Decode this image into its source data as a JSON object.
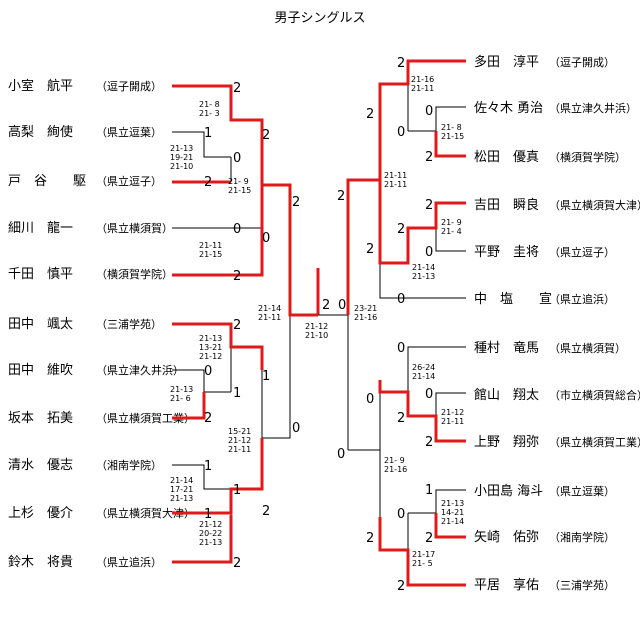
{
  "title": "男子シングルス",
  "left_players": [
    {
      "name": "小室　航平",
      "school": "（逗子開成）"
    },
    {
      "name": "高梨　絢使",
      "school": "（県立逗葉）"
    },
    {
      "name": "戸　谷　　駆",
      "school": "（県立逗子）"
    },
    {
      "name": "細川　龍一",
      "school": "（県立横須賀）"
    },
    {
      "name": "千田　慎平",
      "school": "（横須賀学院）"
    },
    {
      "name": "田中　颯太",
      "school": "（三浦学苑）"
    },
    {
      "name": "田中　維吹",
      "school": "（県立津久井浜）"
    },
    {
      "name": "坂本　拓美",
      "school": "（県立横須賀工業）"
    },
    {
      "name": "清水　優志",
      "school": "（湘南学院）"
    },
    {
      "name": "上杉　優介",
      "school": "（県立横須賀大津）"
    },
    {
      "name": "鈴木　将貴",
      "school": "（県立追浜）"
    }
  ],
  "right_players": [
    {
      "name": "多田　淳平",
      "school": "（逗子開成）"
    },
    {
      "name": "佐々木 勇治",
      "school": "（県立津久井浜）"
    },
    {
      "name": "松田　優真",
      "school": "（横須賀学院）"
    },
    {
      "name": "吉田　瞬良",
      "school": "（県立横須賀大津）"
    },
    {
      "name": "平野　圭将",
      "school": "（県立逗子）"
    },
    {
      "name": "中　塩　　宣",
      "school": "（県立追浜）"
    },
    {
      "name": "種村　竜馬",
      "school": "（県立横須賀）"
    },
    {
      "name": "館山　翔太",
      "school": "（市立横須賀総合）"
    },
    {
      "name": "上野　翔弥",
      "school": "（県立横須賀工業）"
    },
    {
      "name": "小田島 海斗",
      "school": "（県立逗葉）"
    },
    {
      "name": "矢崎　佑弥",
      "school": "（湘南学院）"
    },
    {
      "name": "平居　享佑",
      "school": "（三浦学苑）"
    }
  ],
  "left_scores": [
    {
      "id": "L1",
      "v": "2"
    },
    {
      "id": "L2",
      "v": "1"
    },
    {
      "id": "L3",
      "v": "0"
    },
    {
      "id": "L4",
      "v": "2"
    },
    {
      "id": "L5",
      "v": "2"
    },
    {
      "id": "L6",
      "v": "2"
    },
    {
      "id": "L7",
      "v": "0"
    },
    {
      "id": "L8",
      "v": "0"
    },
    {
      "id": "L9",
      "v": "2"
    },
    {
      "id": "L10",
      "v": "2"
    },
    {
      "id": "L11",
      "v": "0"
    },
    {
      "id": "L12",
      "v": "1"
    },
    {
      "id": "L13",
      "v": "2"
    },
    {
      "id": "L14",
      "v": "1"
    },
    {
      "id": "L15",
      "v": "1"
    },
    {
      "id": "L16",
      "v": "0"
    },
    {
      "id": "L17",
      "v": "1"
    },
    {
      "id": "L18",
      "v": "1"
    },
    {
      "id": "L19",
      "v": "2"
    },
    {
      "id": "L20",
      "v": "2"
    },
    {
      "id": "L21",
      "v": "2"
    }
  ],
  "right_scores": [
    {
      "id": "R1",
      "v": "2"
    },
    {
      "id": "R2",
      "v": "0"
    },
    {
      "id": "R3",
      "v": "0"
    },
    {
      "id": "R4",
      "v": "2"
    },
    {
      "id": "R5",
      "v": "2"
    },
    {
      "id": "R6",
      "v": "2"
    },
    {
      "id": "R7",
      "v": "0"
    },
    {
      "id": "R8",
      "v": "2"
    },
    {
      "id": "R9",
      "v": "2"
    },
    {
      "id": "R10",
      "v": "0"
    },
    {
      "id": "R11",
      "v": "0"
    },
    {
      "id": "R12",
      "v": "2"
    },
    {
      "id": "R13",
      "v": "0"
    },
    {
      "id": "R14",
      "v": "2"
    },
    {
      "id": "R15",
      "v": "0"
    },
    {
      "id": "R16",
      "v": "1"
    },
    {
      "id": "R17",
      "v": "0"
    },
    {
      "id": "R18",
      "v": "2"
    },
    {
      "id": "R19",
      "v": "2"
    },
    {
      "id": "R20",
      "v": "2"
    },
    {
      "id": "R21",
      "v": "2"
    }
  ],
  "final_scores": {
    "left": "2",
    "right": "0"
  },
  "set_scores": {
    "l_r1_12": "21- 8\n21- 3",
    "l_r1_23": "21-13\n19-21\n21-10",
    "l_r2_a": "21- 9\n21-15",
    "l_r1_45": "21-11\n21-15",
    "l_r1_67": "21-13\n13-21\n21-12",
    "l_r1_78": "21-13\n21- 6",
    "l_r1_910": "21-14\n17-21\n21-13",
    "l_r2_d": "21-12\n20-22\n21-13",
    "l_r3_b": "15-21\n21-12\n21-11",
    "l_semi": "21-14\n21-11",
    "final": "21-12\n21-10",
    "r_r1_12": "21-16\n21-11",
    "r_r1_23": "21- 8\n21-15",
    "r_r1_45": "21- 9\n21- 4",
    "r_r2_b": "21-14\n21-13",
    "r_r2_a": "21-11\n21-11",
    "r_semi": "23-21\n21-16",
    "r_r1_78": "26-24\n21-14",
    "r_r1_89": "21-12\n21-11",
    "r_r2_c": "21- 9\n21-16",
    "r_r1_1011": "21-13\n14-21\n21-14",
    "r_r2_d": "21-17\n21- 5"
  }
}
